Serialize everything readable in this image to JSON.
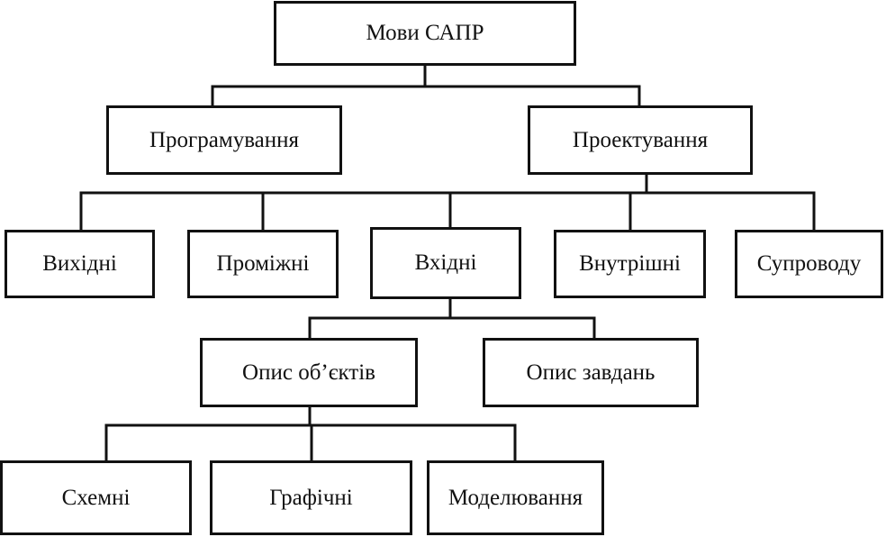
{
  "nodes": {
    "root": "Мови САПР",
    "programming": "Програмування",
    "design": "Проектування",
    "output": "Вихідні",
    "intermediate": "Проміжні",
    "input": "Вхідні",
    "internal": "Внутрішні",
    "support": "Супроводу",
    "objects_desc": "Опис об’єктів",
    "tasks_desc": "Опис завдань",
    "schematic": "Схемні",
    "graphic": "Графічні",
    "modeling": "Моделювання"
  }
}
